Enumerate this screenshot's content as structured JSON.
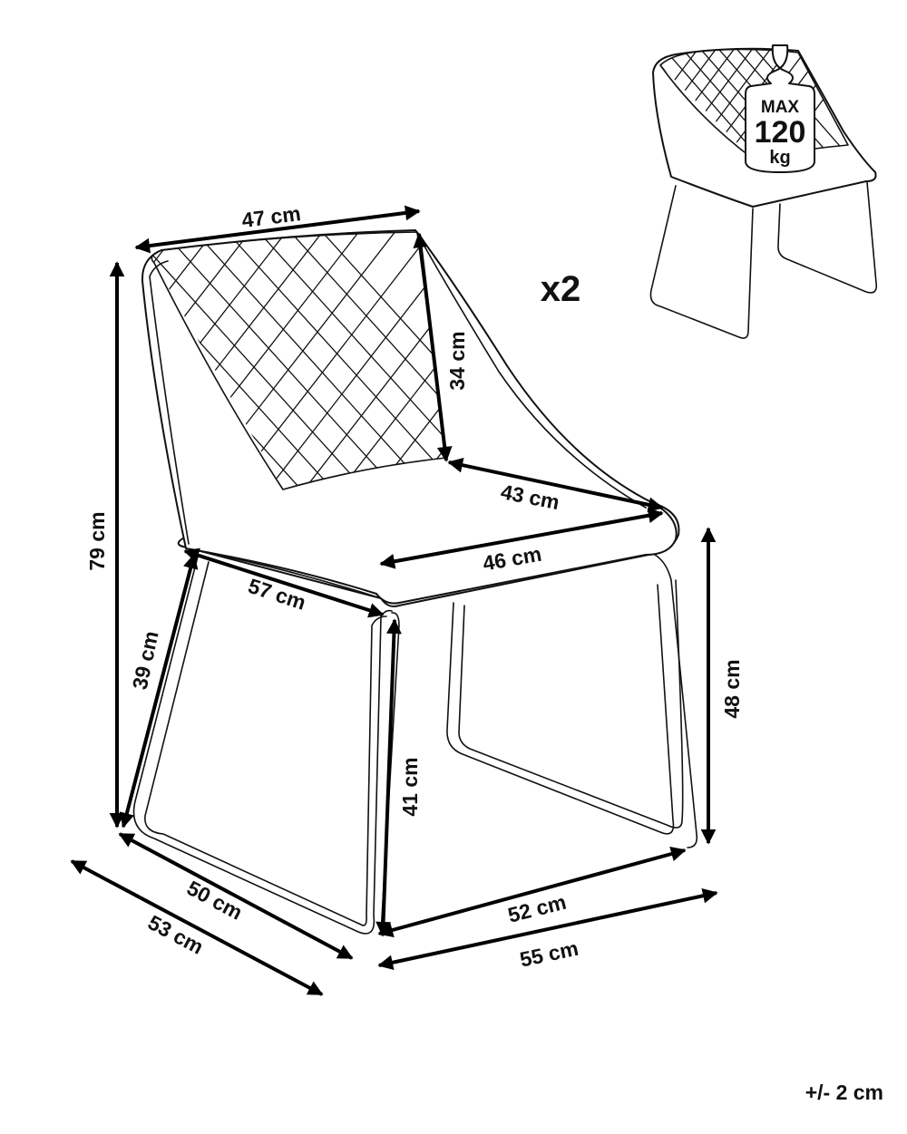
{
  "dimensions": {
    "backrest_width": "47 cm",
    "backrest_height": "34 cm",
    "seat_depth": "43 cm",
    "seat_width": "46 cm",
    "overall_height": "79 cm",
    "side_depth_top": "57 cm",
    "leg_front_left": "39 cm",
    "leg_front": "41 cm",
    "seat_height": "48 cm",
    "base_depth": "50 cm",
    "overall_depth": "53 cm",
    "base_width": "52 cm",
    "overall_width": "55 cm"
  },
  "quantity": "x2",
  "load_badge": {
    "line1": "MAX",
    "line2": "120",
    "line3": "kg"
  },
  "tolerance": "+/- 2 cm"
}
